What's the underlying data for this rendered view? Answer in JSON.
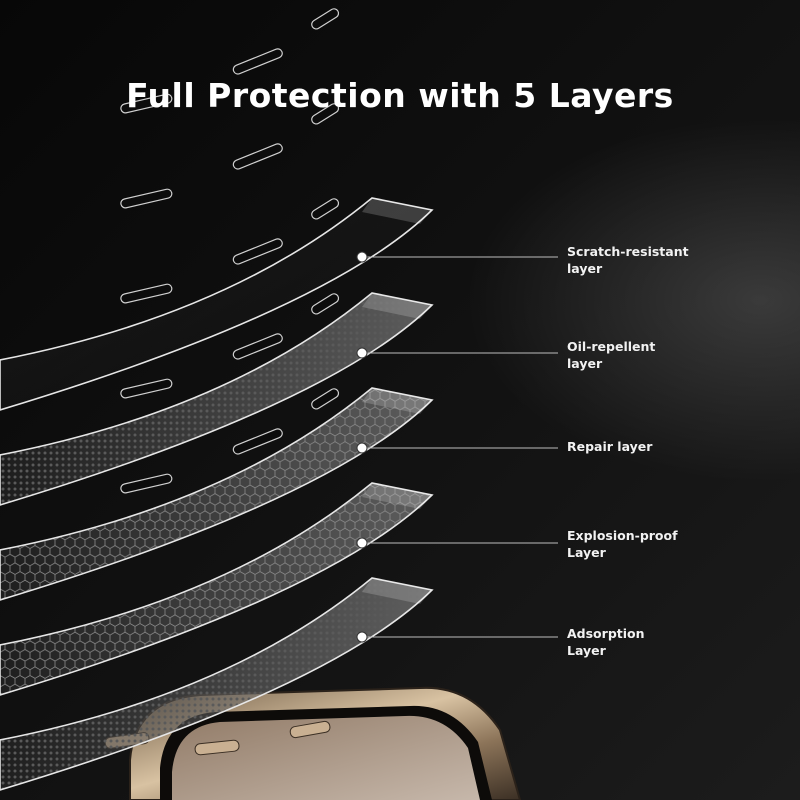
{
  "headline": "Full Protection with 5 Layers",
  "layers": [
    {
      "name": "Scratch-resistant layer",
      "lines": [
        "Scratch-resistant",
        "layer"
      ],
      "texture": "clear-glass"
    },
    {
      "name": "Oil-repellent layer",
      "lines": [
        "Oil-repellent",
        "layer"
      ],
      "texture": "dot-mesh"
    },
    {
      "name": "Repair layer",
      "lines": [
        "Repair layer"
      ],
      "texture": "hexagon-mesh"
    },
    {
      "name": "Explosion-proof Layer",
      "lines": [
        "Explosion-proof",
        "Layer"
      ],
      "texture": "hexagon-mesh"
    },
    {
      "name": "Adsorption Layer",
      "lines": [
        "Adsorption",
        "Layer"
      ],
      "texture": "dot-mesh"
    }
  ],
  "colors": {
    "background": "#0b0b0b",
    "text": "#ffffff",
    "leader_line": "#bdbdbd",
    "phone_frame": "#b89a78"
  }
}
